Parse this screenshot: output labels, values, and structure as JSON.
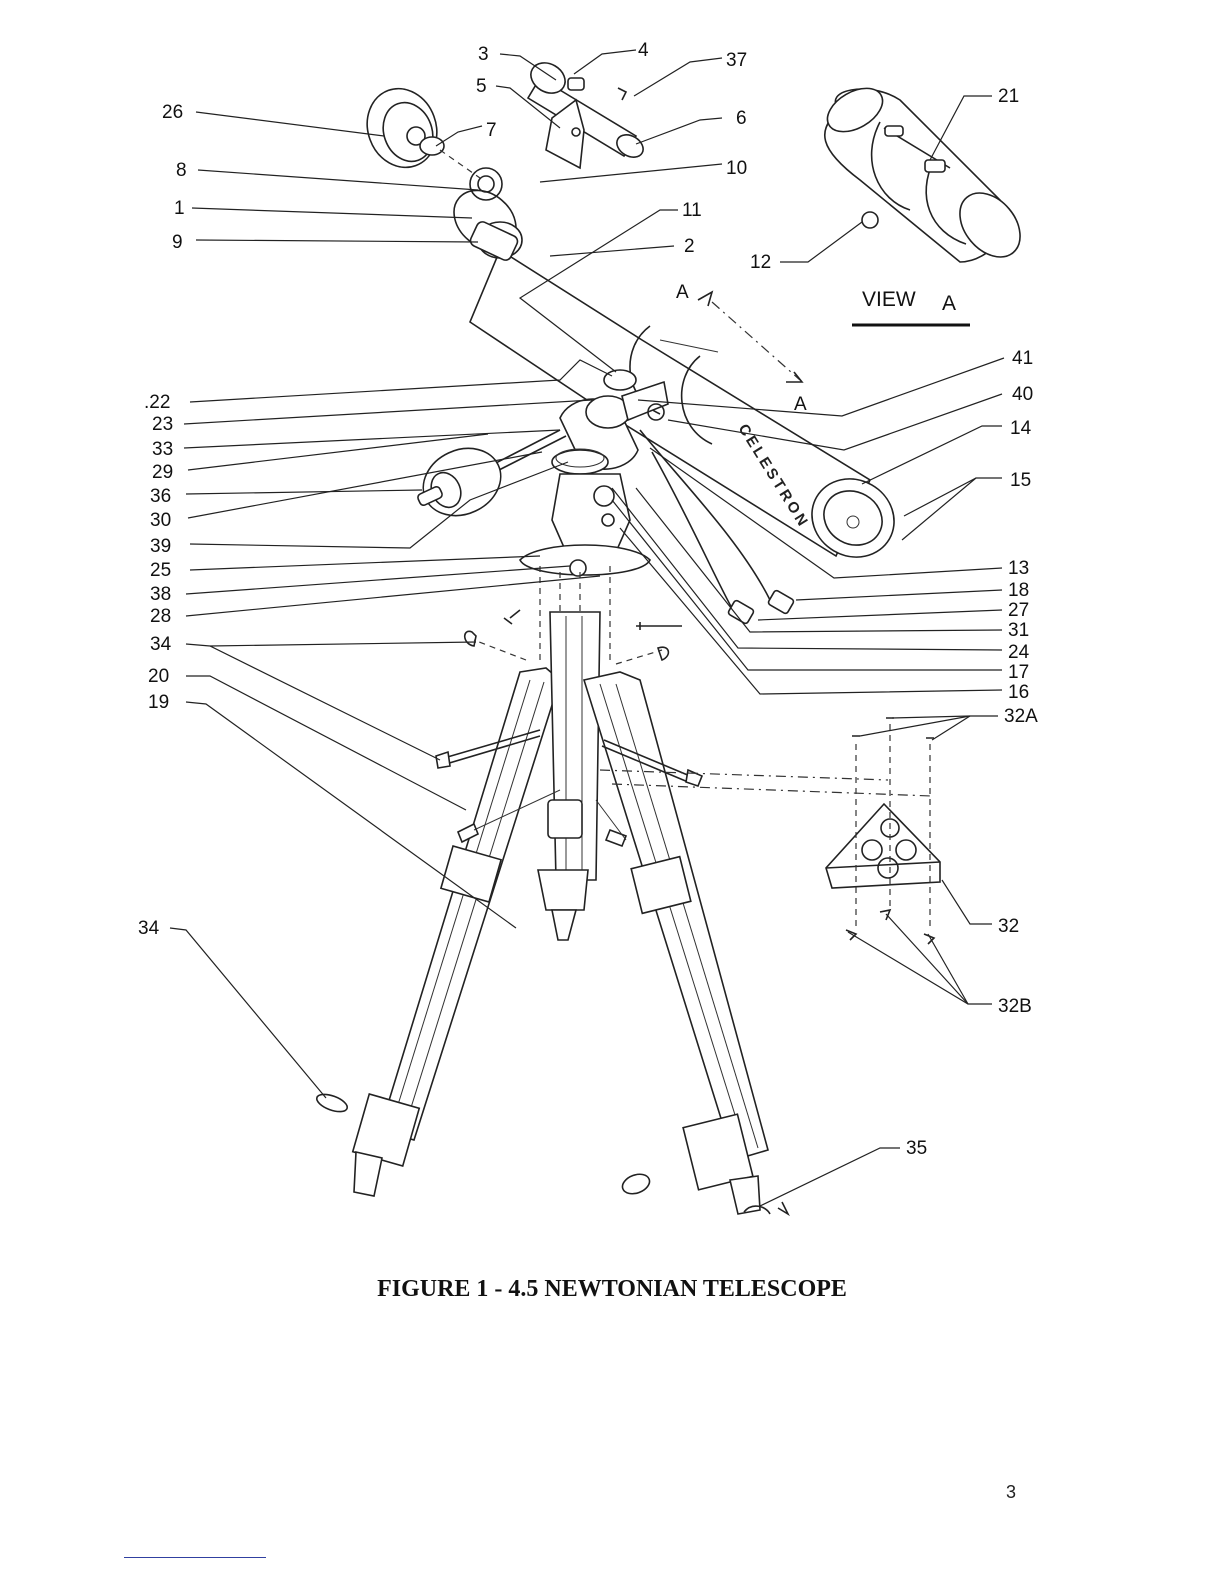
{
  "figure": {
    "caption": "FIGURE 1 - 4.5 NEWTONIAN TELESCOPE",
    "view_label": "VIEW",
    "view_letter": "A",
    "section_marker": "A",
    "brand_text": "CELESTRON",
    "page_number": "3"
  },
  "labels": {
    "l3": "3",
    "l4": "4",
    "l37": "37",
    "l5": "5",
    "l6": "6",
    "l26": "26",
    "l7": "7",
    "l8": "8",
    "l10": "10",
    "l1": "1",
    "l11": "11",
    "l9": "9",
    "l2": "2",
    "l21": "21",
    "l12": "12",
    "l41": "41",
    "l22": ".22",
    "l40": "40",
    "l23": "23",
    "l14": "14",
    "l33": "33",
    "l29": "29",
    "l15": "15",
    "l36": "36",
    "l30": "30",
    "l39": "39",
    "l13": "13",
    "l25": "25",
    "l18": "18",
    "l38": "38",
    "l27": "27",
    "l28": "28",
    "l31": "31",
    "l34a": "34",
    "l24": "24",
    "l17": "17",
    "l20": "20",
    "l16": "16",
    "l19": "19",
    "l32A": "32A",
    "l32": "32",
    "l34b": "34",
    "l32B": "32B",
    "l35": "35"
  }
}
